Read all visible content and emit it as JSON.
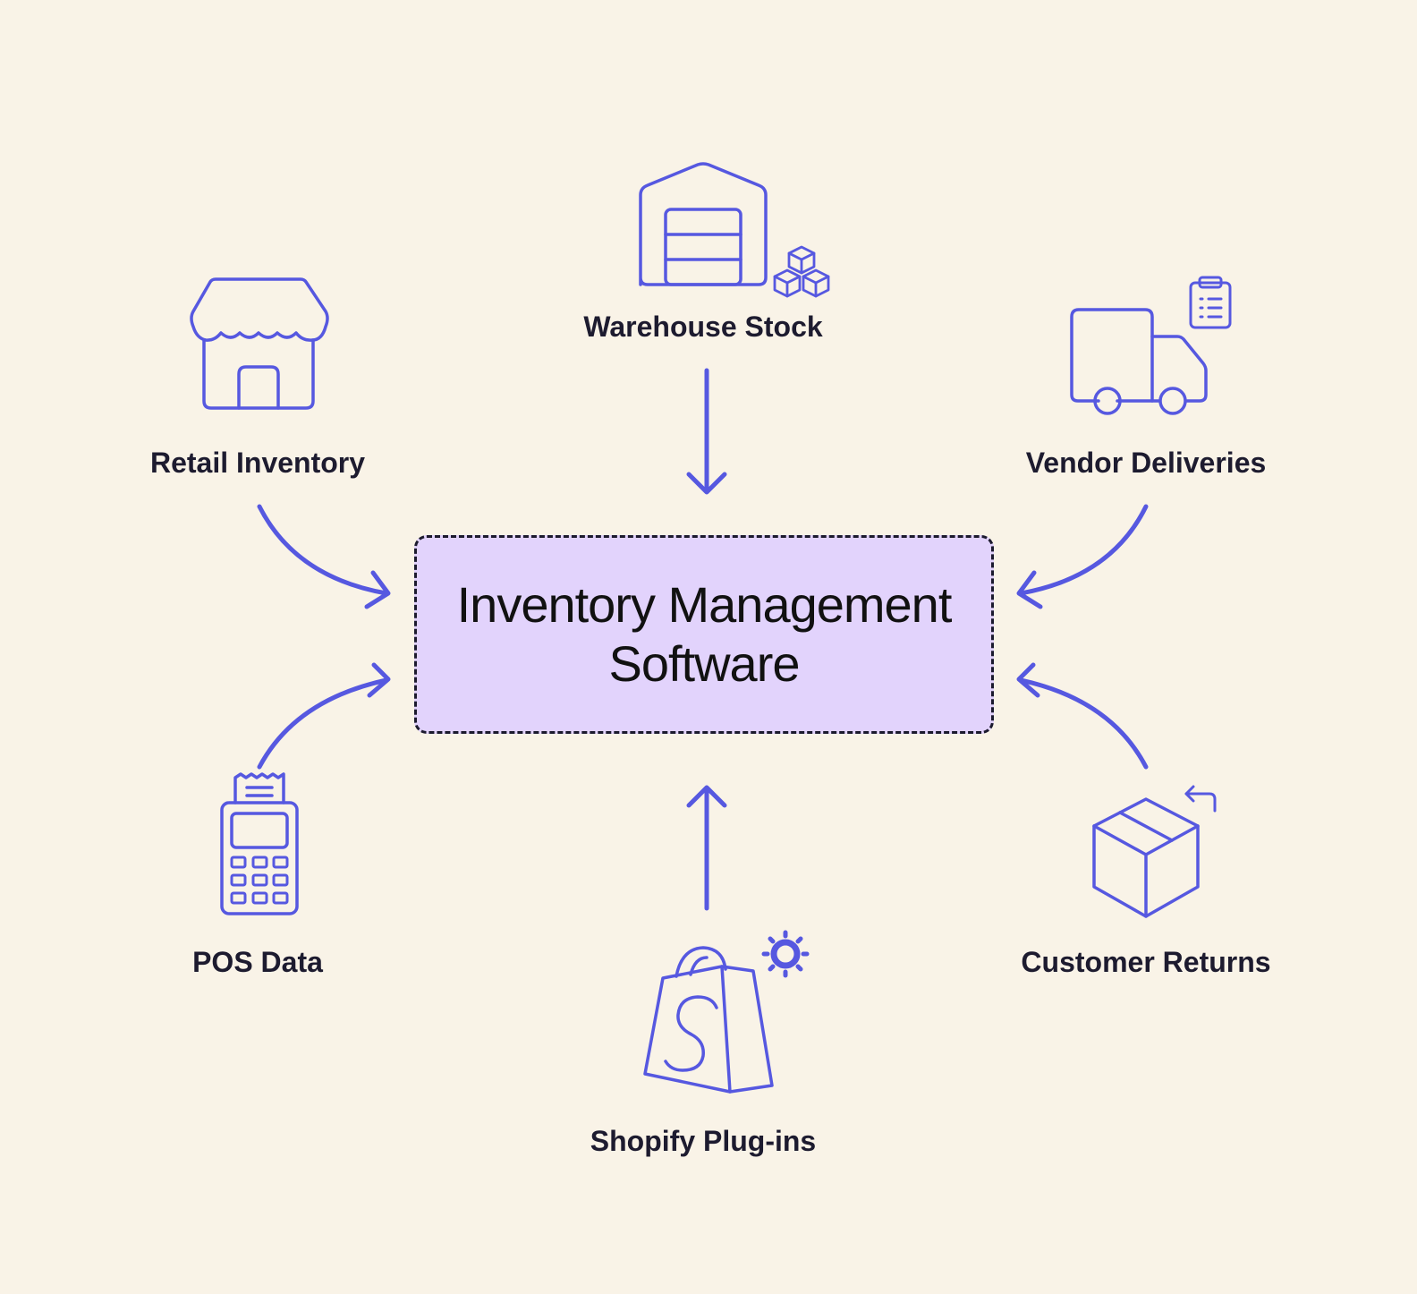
{
  "center": {
    "line1": "Inventory Management",
    "line2": "Software"
  },
  "sources": [
    {
      "label": "Warehouse Stock",
      "icon": "warehouse-icon"
    },
    {
      "label": "Retail Inventory",
      "icon": "storefront-icon"
    },
    {
      "label": "Vendor Deliveries",
      "icon": "delivery-truck-icon"
    },
    {
      "label": "POS Data",
      "icon": "pos-terminal-icon"
    },
    {
      "label": "Customer Returns",
      "icon": "return-box-icon"
    },
    {
      "label": "Shopify Plug-ins",
      "icon": "shopify-bag-icon"
    }
  ],
  "colors": {
    "background": "#f9f3e7",
    "accent": "#5658e0",
    "center_fill": "#e2d3fc",
    "text": "#1d1b2f"
  }
}
